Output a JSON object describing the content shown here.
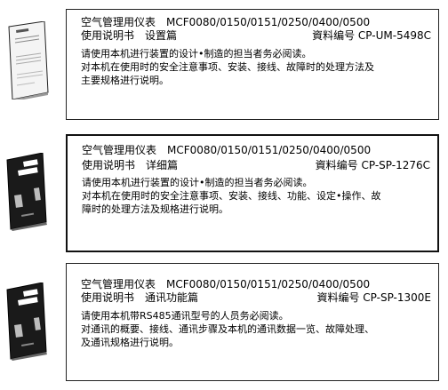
{
  "manuals": [
    {
      "title_line1": "空气管理用仪表　MCF0080/0150/0151/0250/0400/0500",
      "title_line2": "使用说明书　设置篇",
      "doc_no": "資料编号 CP-UM-5498C",
      "desc_lines": [
        "请使用本机进行装置的设计•制造的担当者务必阅读。",
        "对本机在使用时的安全注意事项、安装、接线、故障时的处理方法及",
        "主要规格进行说明。"
      ],
      "cover_style": "light"
    },
    {
      "title_line1": "空气管理用仪表　MCF0080/0150/0151/0250/0400/0500",
      "title_line2": "使用说明书　详细篇",
      "doc_no": "資料编号 CP-SP-1276C",
      "desc_lines": [
        "请使用本机进行装置的设计•制造的担当者务必阅读。",
        "对本机在使用时的安全注意事项、安装、接线、功能、设定•操作、故",
        "障时的处理方法及规格进行说明。"
      ],
      "cover_style": "dark"
    },
    {
      "title_line1": "空气管理用仪表　MCF0080/0150/0151/0250/0400/0500",
      "title_line2": "使用说明书　通讯功能篇",
      "doc_no": "資料编号 CP-SP-1300E",
      "desc_lines": [
        "请使用本机带RS485通讯型号的人员务必阅读。",
        "对通讯的概要、接线、通讯步骤及本机的通讯数据一览、故障处理、",
        "及通讯规格进行说明。"
      ],
      "cover_style": "dark"
    }
  ],
  "colors": {
    "border": "#222222",
    "cover_dark": "#1a1a1a",
    "cover_gray": "#bdbdbd"
  }
}
